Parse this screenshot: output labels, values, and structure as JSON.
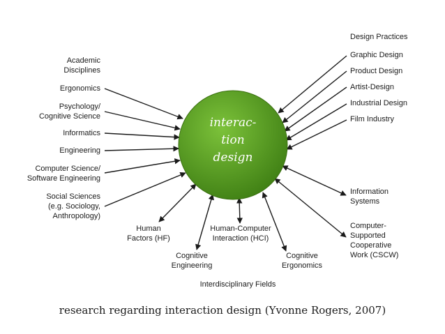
{
  "center": {
    "label": "interac-\ntion\ndesign",
    "color": "#5a9e1f"
  },
  "left_disciplines_header": "Academic\nDisciplines",
  "left_items": [
    "Ergonomics",
    "Psychology/\nCognitive Science",
    "Informatics",
    "Engineering",
    "Computer Science/\nSoftware Engineering",
    "Social Sciences\n(e.g. Sociology,\nAnthropology)"
  ],
  "right_practices_header": "Design Practices",
  "right_items": [
    "Graphic Design",
    "Product Design",
    "Artist-Design",
    "Industrial Design",
    "Film Industry"
  ],
  "right_lower_items": [
    "Information\nSystems",
    "Computer-\nSupported\nCooperative\nWork (CSCW)"
  ],
  "bottom_items": [
    "Human\nFactors (HF)",
    "Cognitive\nEngineering",
    "Human-Computer\nInteraction (HCI)",
    "Cognitive\nErgonomics"
  ],
  "bottom_header": "Interdisciplinary Fields",
  "caption": "research regarding interaction design (Yvonne Rogers, 2007)"
}
